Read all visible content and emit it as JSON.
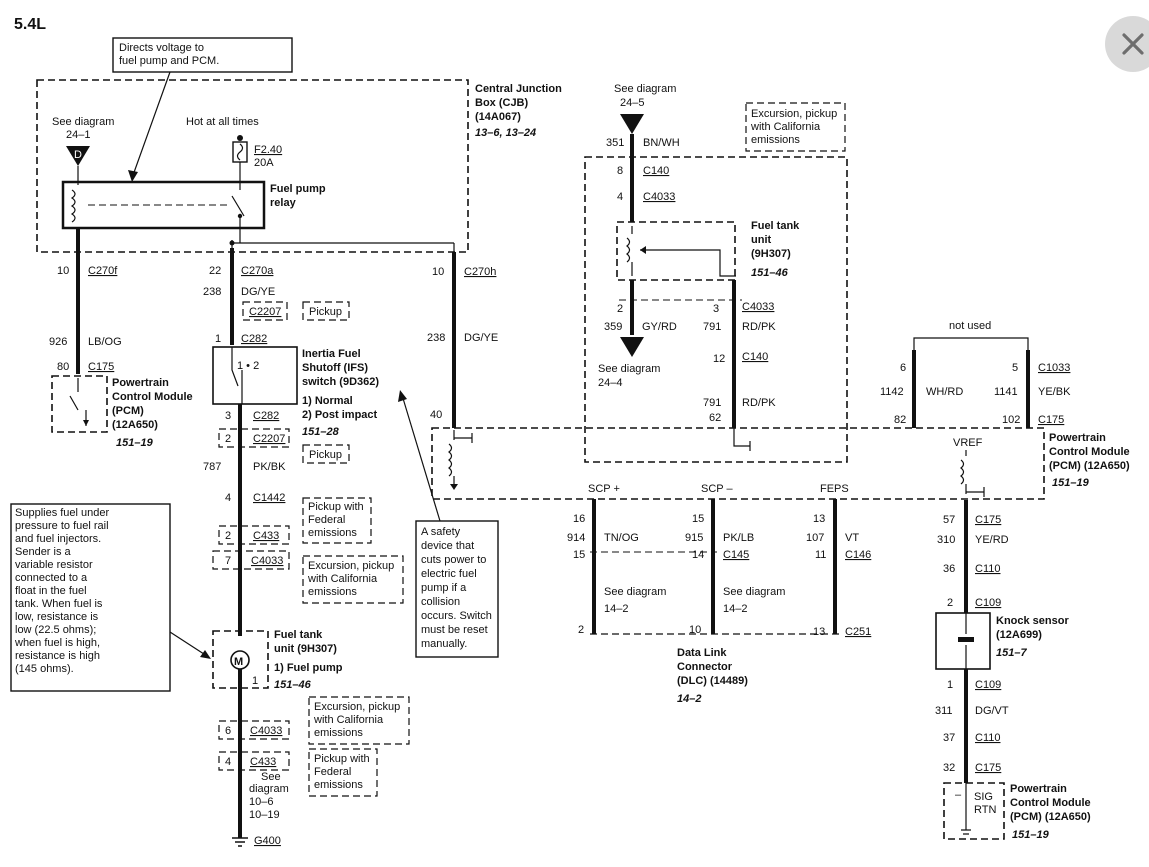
{
  "title": "5.4L",
  "close_label": "close",
  "relay": {
    "note": [
      "Directs voltage to",
      "fuel pump and PCM."
    ],
    "cjb": [
      "Central Junction",
      "Box (CJB)",
      "(14A067)"
    ],
    "cjb_ref": "13–6, 13–24",
    "see_diag": "See diagram",
    "see_ref": "24–1",
    "hot": "Hot at all times",
    "fuse": "F2.40",
    "fuse_amp": "20A",
    "relay_label": [
      "Fuel pump",
      "relay"
    ]
  },
  "pcm_left": {
    "pin_a": "10",
    "conn_a": "C270f",
    "circuit": "926",
    "color": "LB/OG",
    "pin_b": "80",
    "conn_b": "C175",
    "label": [
      "Powertrain",
      "Control Module",
      "(PCM)",
      "(12A650)"
    ],
    "ref": "151–19"
  },
  "center_wire": {
    "pin_22": "22",
    "conn_c270a": "C270a",
    "circuit_238": "238",
    "color_dgye": "DG/YE",
    "c2207": "C2207",
    "pickup": "Pickup",
    "pin_1": "1",
    "c282": "C282",
    "ifs_label": [
      "Inertia Fuel",
      "Shutoff (IFS)",
      "switch (9D362)"
    ],
    "ifs_modes": [
      "1) Normal",
      "2) Post impact"
    ],
    "ifs_ref": "151–28",
    "ifs_pins": "1 • 2",
    "pin_3": "3",
    "c282b": "C282",
    "pin_2": "2",
    "c2207b": "C2207",
    "pickup_b": "Pickup",
    "circuit_787": "787",
    "color_pkbk": "PK/BK",
    "pin_4": "4",
    "c1442": "C1442",
    "pickup_fed": [
      "Pickup with",
      "Federal",
      "emissions"
    ],
    "pin_2b": "2",
    "c433": "C433",
    "pin_7": "7",
    "c4033": "C4033",
    "excursion": [
      "Excursion, pickup",
      "with California",
      "emissions"
    ],
    "fuel_tank": [
      "Fuel tank",
      "unit (9H307)",
      "1) Fuel pump"
    ],
    "fuel_tank_ref": "151–46",
    "pump_pin": "1",
    "motor": "M",
    "pin_6": "6",
    "c4033b": "C4033",
    "pin_4b": "4",
    "c433b": "C433",
    "excursion_b": [
      "Excursion, pickup",
      "with California",
      "emissions"
    ],
    "pickup_fed_b": [
      "Pickup with",
      "Federal",
      "emissions"
    ],
    "see_diag": [
      "See",
      "diagram",
      "10–6",
      "10–19"
    ],
    "ground": "G400"
  },
  "safety_note": [
    "A safety",
    "device that",
    "cuts power to",
    "electric fuel",
    "pump if a",
    "collision",
    "occurs. Switch",
    "must be reset",
    "manually."
  ],
  "fuel_note": [
    "Supplies fuel under",
    "pressure to fuel rail",
    "and fuel injectors.",
    "Sender is a",
    "variable resistor",
    "connected to a",
    "float in the fuel",
    "tank. When fuel is",
    "low, resistance is",
    "low (22.5 ohms);",
    "when fuel is high,",
    "resistance is high",
    "(145 ohms)."
  ],
  "c270h": {
    "pin_10": "10",
    "conn": "C270h",
    "circuit": "238",
    "color": "DG/YE",
    "pin_40": "40"
  },
  "sender": {
    "see_diag": "See diagram",
    "see_ref": "24–5",
    "circuit_351": "351",
    "color_bnwh": "BN/WH",
    "pin_8": "8",
    "c140": "C140",
    "pin_4": "4",
    "c4033": "C4033",
    "excursion": [
      "Excursion, pickup",
      "with California",
      "emissions"
    ],
    "tank_label": [
      "Fuel tank",
      "unit",
      "(9H307)"
    ],
    "tank_ref": "151–46",
    "pin_2": "2",
    "pin_3": "3",
    "c4033b": "C4033",
    "circuit_359": "359",
    "color_gyrd": "GY/RD",
    "circuit_791": "791",
    "color_rdpk": "RD/PK",
    "see_diag_b": "See diagram",
    "see_ref_b": "24–4",
    "pin_12": "12",
    "c140b": "C140",
    "circuit_791b": "791",
    "color_rdpk_b": "RD/PK",
    "pin_62": "62"
  },
  "not_used": {
    "label": "not used",
    "pin_6": "6",
    "pin_5": "5",
    "c1033": "C1033",
    "circuit_1142": "1142",
    "color_whrd": "WH/RD",
    "circuit_1141": "1141",
    "color_yebk": "YE/BK",
    "pin_82": "82",
    "pin_102": "102",
    "c175": "C175"
  },
  "pcm_right": {
    "label": [
      "Powertrain",
      "Control Module",
      "(PCM) (12A650)"
    ],
    "ref": "151–19",
    "vref": "VREF"
  },
  "dlc": {
    "scp_plus": "SCP +",
    "scp_minus": "SCP –",
    "feps": "FEPS",
    "pin_16": "16",
    "pin_15": "15",
    "pin_13": "13",
    "circuit_914": "914",
    "color_tnog": "TN/OG",
    "circuit_915": "915",
    "color_pklb": "PK/LB",
    "circuit_107": "107",
    "color_vt": "VT",
    "pin_15b": "15",
    "pin_14": "14",
    "c145": "C145",
    "pin_11": "11",
    "c146": "C146",
    "see_a": [
      "See diagram",
      "14–2"
    ],
    "see_b": [
      "See diagram",
      "14–2"
    ],
    "pin_2": "2",
    "pin_10": "10",
    "pin_13b": "13",
    "c251": "C251",
    "label": [
      "Data Link",
      "Connector",
      "(DLC) (14489)"
    ],
    "ref": "14–2"
  },
  "knock": {
    "pin_57": "57",
    "c175": "C175",
    "circuit_310": "310",
    "color_yerd": "YE/RD",
    "pin_36": "36",
    "c110": "C110",
    "pin_2": "2",
    "c109": "C109",
    "label": [
      "Knock sensor",
      "(12A699)"
    ],
    "ref": "151–7",
    "pin_1": "1",
    "c109b": "C109",
    "circuit_311": "311",
    "color_dgvt": "DG/VT",
    "pin_37": "37",
    "c110b": "C110",
    "pin_32": "32",
    "c175b": "C175",
    "sig_rtn": [
      "SIG",
      "RTN"
    ],
    "pcm_label": [
      "Powertrain",
      "Control Module",
      "(PCM) (12A650)"
    ],
    "pcm_ref": "151–19"
  }
}
